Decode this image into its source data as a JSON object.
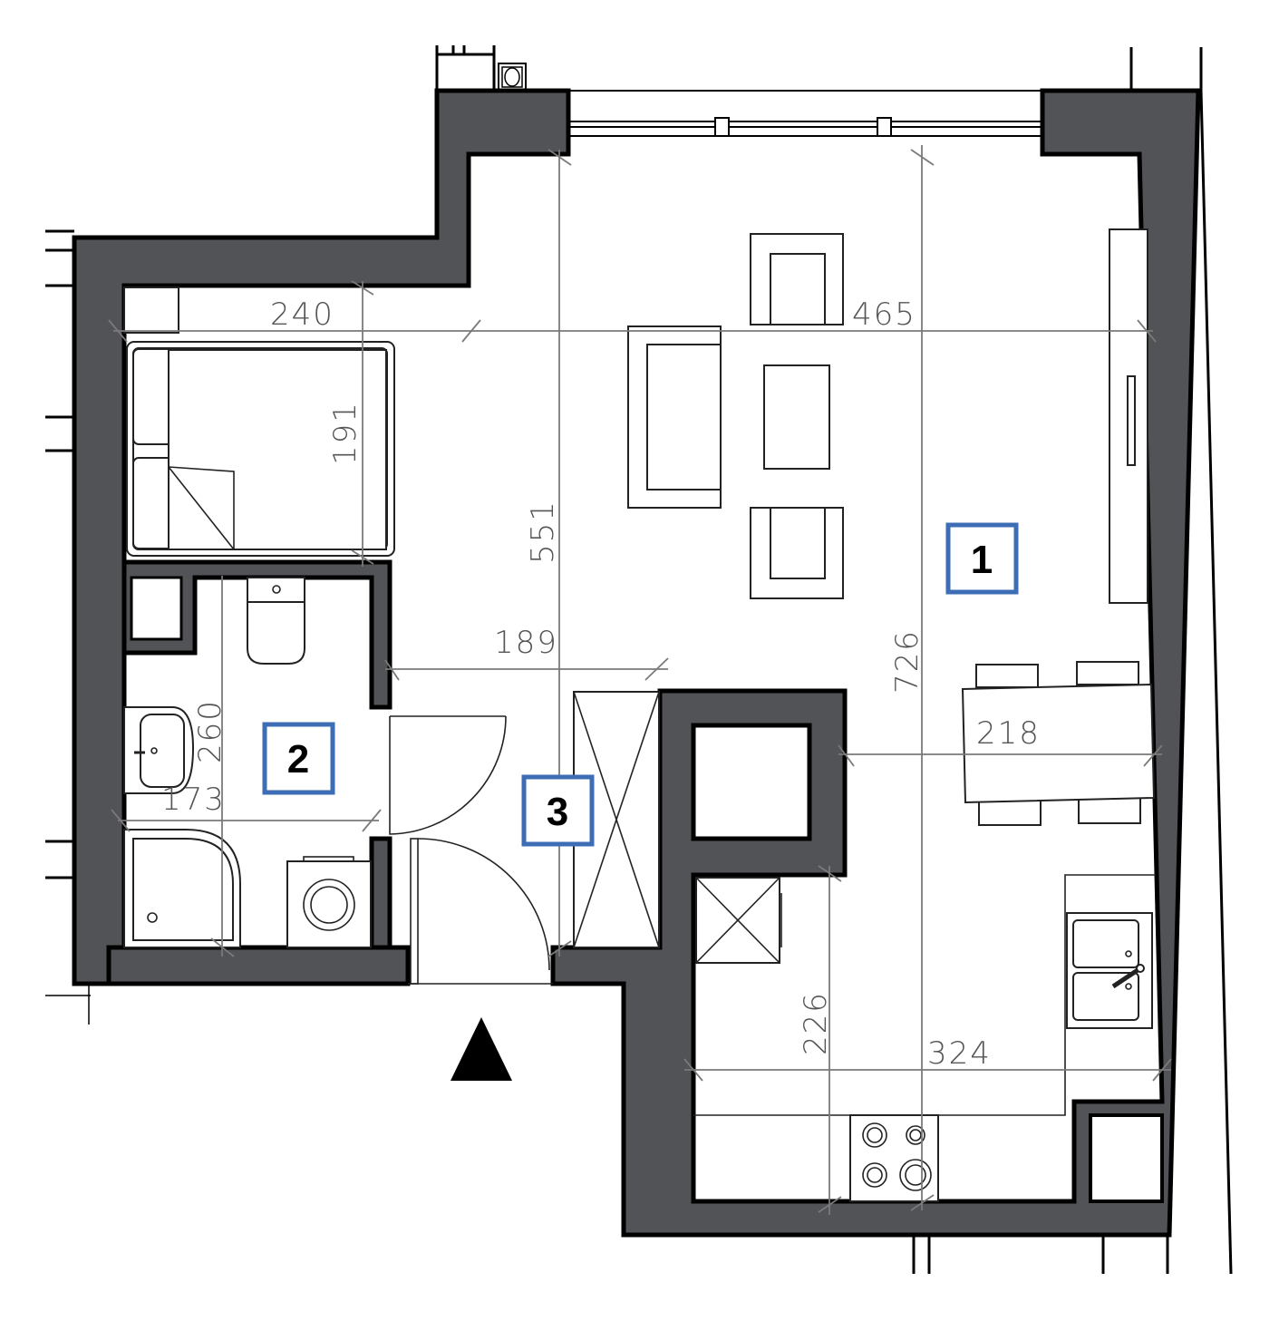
{
  "plan": {
    "rooms": [
      {
        "number": "1"
      },
      {
        "number": "2"
      },
      {
        "number": "3"
      }
    ],
    "dimensions": {
      "bedroom_width": "240",
      "living_width": "465",
      "bed_depth": "191",
      "hall_length": "551",
      "hall_width": "189",
      "total_depth": "726",
      "dining_width": "218",
      "bath_depth": "260",
      "bath_width": "173",
      "kitchen_depth": "226",
      "kitchen_width": "324"
    },
    "entrance_icon": "entrance-arrow-icon",
    "colors": {
      "wall": "#525357",
      "room_label_border": "#3d6eb5",
      "dimension_line": "#7a7a7a"
    }
  }
}
